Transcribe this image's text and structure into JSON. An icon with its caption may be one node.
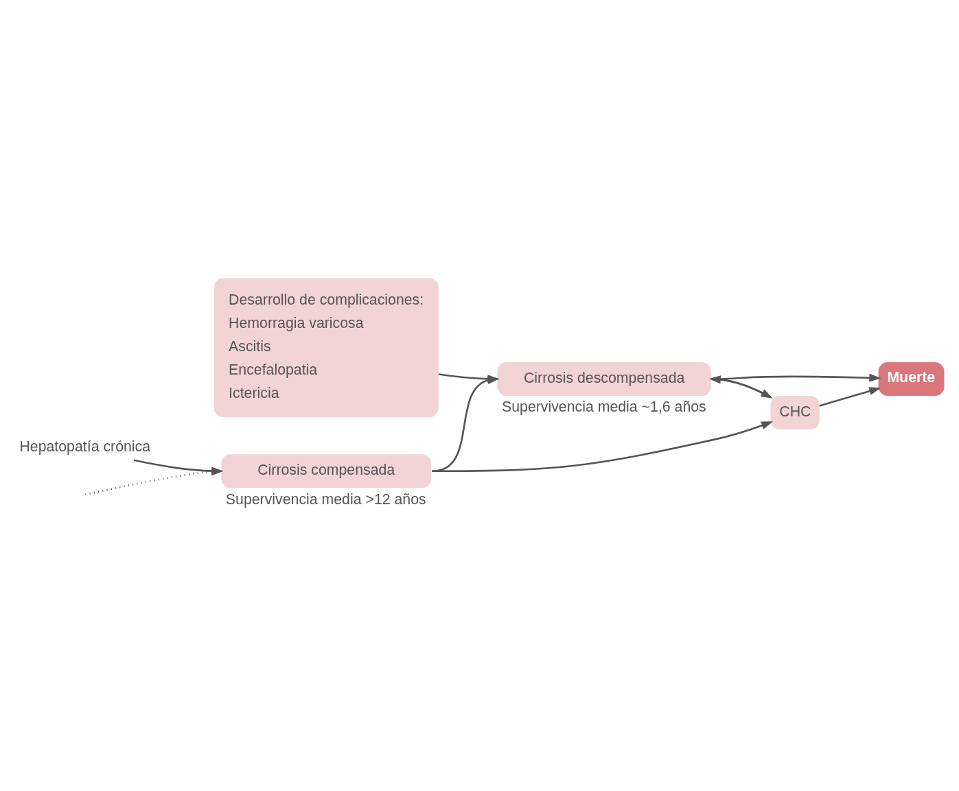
{
  "diagram": {
    "nodes": [
      {
        "text": [
          "Hepatopatía crónica"
        ]
      },
      {
        "text": [
          "Cirrosis compensada"
        ],
        "beside": [
          "Supervivencia media >12 años"
        ]
      },
      {
        "text": [
          "Cirrosis descompensada"
        ],
        "beside": [
          "Supervivencia media ~1,6 años"
        ]
      },
      {
        "text": [
          "CHC"
        ]
      },
      {
        "text": [
          "Muerte"
        ]
      },
      {
        "text": [
          "Desarrollo de complicaciones:",
          "Hemorragia varicosa",
          "Ascitis",
          "Encefalopatia",
          "Ictericia"
        ]
      }
    ],
    "edges": [
      {
        "from": null,
        "to": 1,
        "arrow": "to",
        "style": "dashed"
      },
      {
        "from": 0,
        "to": 1,
        "arrow": "to"
      },
      {
        "from": 1,
        "to": 3,
        "arrow": "to"
      },
      {
        "from": 1,
        "to": 2,
        "arrow": "to"
      },
      {
        "from": 5,
        "to": 2,
        "arrow": "to"
      },
      {
        "from": 2,
        "to": 3,
        "arrow": "to"
      },
      {
        "from": 3,
        "to": 2,
        "arrow": "to"
      },
      {
        "from": 3,
        "to": 4,
        "arrow": "to"
      },
      {
        "from": 2,
        "to": 4,
        "arrow": "to"
      }
    ]
  }
}
